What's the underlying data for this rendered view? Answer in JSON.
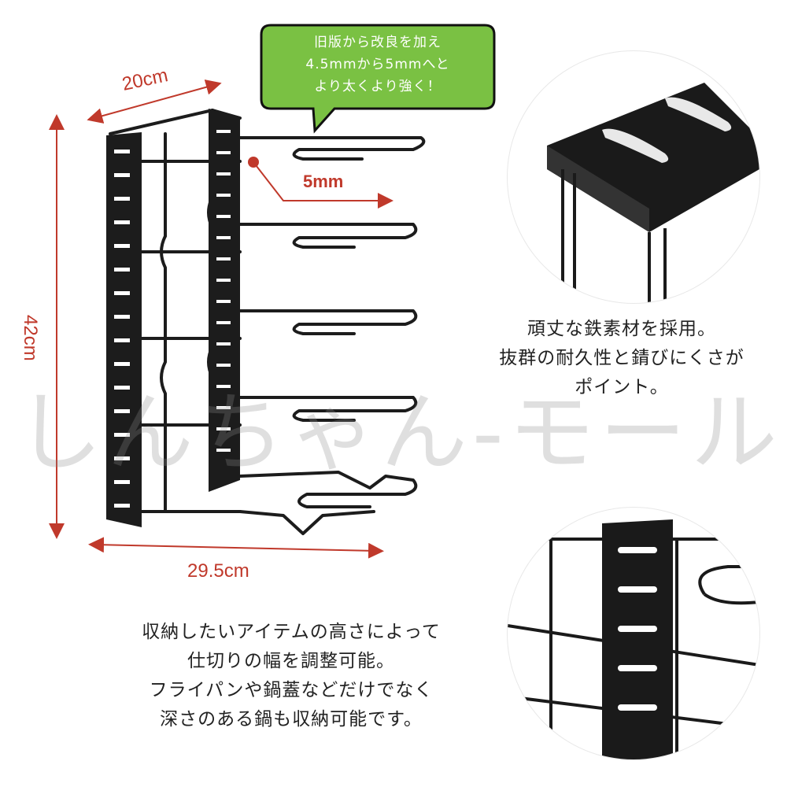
{
  "dimensions": {
    "width_label": "20cm",
    "height_label": "42cm",
    "depth_label": "29.5cm",
    "wire_label": "5mm"
  },
  "bubble": {
    "lines": [
      "旧版から改良を加え",
      "4.5mmから5mmへと",
      "より太くより強く！"
    ],
    "color": "#7ac143"
  },
  "material_text": {
    "lines": [
      "頑丈な鉄素材を採用。",
      "抜群の耐久性と錆びにくさが",
      "ポイント。"
    ]
  },
  "storage_text": {
    "lines": [
      "収納したいアイテムの高さによって",
      "仕切りの幅を調整可能。",
      "フライパンや鍋蓋などだけでなく",
      "深さのある鍋も収納可能です。"
    ]
  },
  "watermark": "しんちゃん-モール",
  "colors": {
    "accent_red": "#c0392b",
    "bubble_green": "#7ac143",
    "metal": "#1c1c1c"
  }
}
